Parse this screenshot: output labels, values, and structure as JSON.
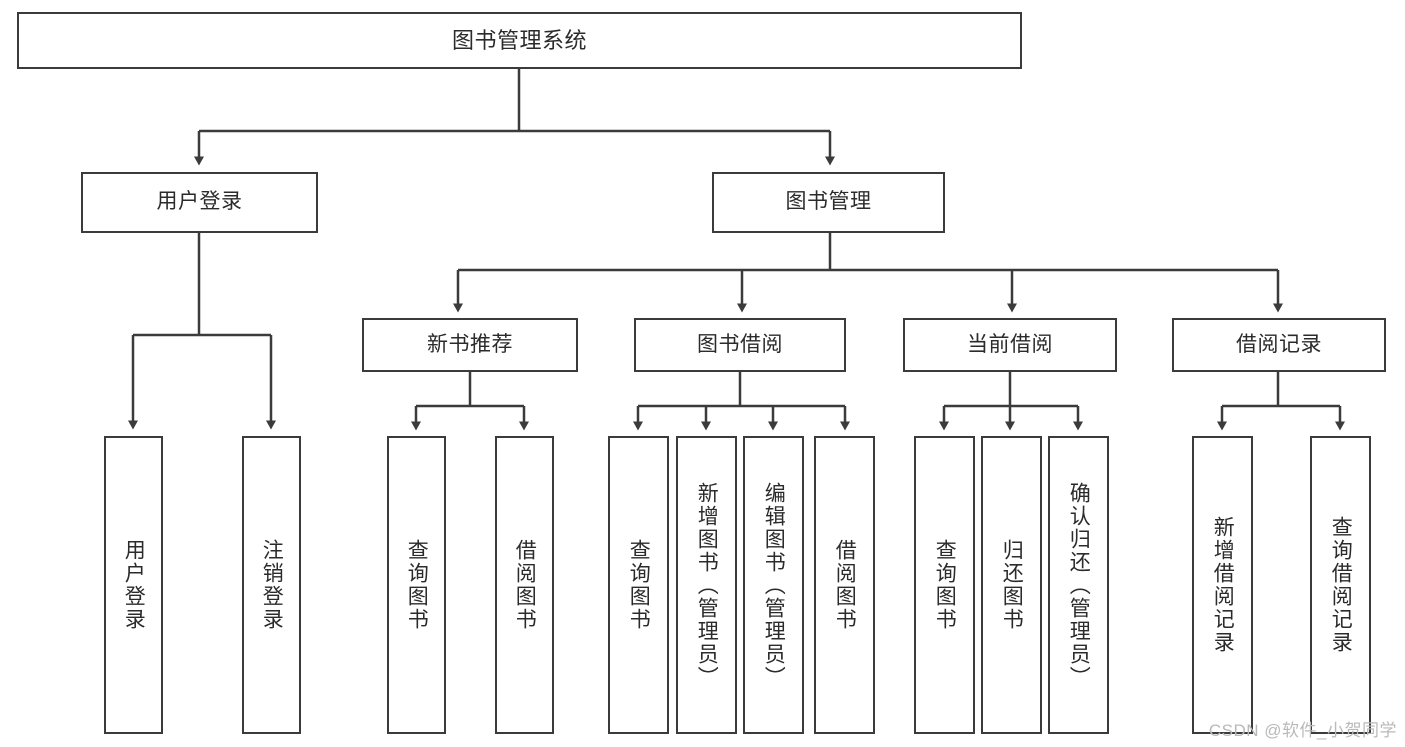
{
  "diagram": {
    "title": "图书管理系统",
    "type": "tree-hierarchy-chart",
    "orientation": "top-down",
    "box_fill": "#ffffff",
    "box_stroke": "#3b3b3b",
    "text_color": "#2b2b2b",
    "nodes": {
      "root": {
        "label": "图书管理系统"
      },
      "level1": [
        {
          "id": "user-login",
          "label": "用户登录"
        },
        {
          "id": "book-management",
          "label": "图书管理"
        }
      ],
      "level2": [
        {
          "id": "new-book-recommend",
          "label": "新书推荐",
          "parent": "book-management"
        },
        {
          "id": "book-borrow",
          "label": "图书借阅",
          "parent": "book-management"
        },
        {
          "id": "current-borrow",
          "label": "当前借阅",
          "parent": "book-management"
        },
        {
          "id": "borrow-record",
          "label": "借阅记录",
          "parent": "book-management"
        }
      ],
      "leaves": {
        "user-login": [
          {
            "id": "leaf-user-login",
            "label": "用户登录"
          },
          {
            "id": "leaf-logout-login",
            "label": "注销登录"
          }
        ],
        "new-book-recommend": [
          {
            "id": "leaf-query-book-1",
            "label": "查询图书"
          },
          {
            "id": "leaf-borrow-book-1",
            "label": "借阅图书"
          }
        ],
        "book-borrow": [
          {
            "id": "leaf-query-book-2",
            "label": "查询图书"
          },
          {
            "id": "leaf-add-book-admin",
            "label": "新增图书（管理员）"
          },
          {
            "id": "leaf-edit-book-admin",
            "label": "编辑图书（管理员）"
          },
          {
            "id": "leaf-borrow-book-2",
            "label": "借阅图书"
          }
        ],
        "current-borrow": [
          {
            "id": "leaf-query-book-3",
            "label": "查询图书"
          },
          {
            "id": "leaf-return-book",
            "label": "归还图书"
          },
          {
            "id": "leaf-confirm-return-admin",
            "label": "确认归还（管理员）"
          }
        ],
        "borrow-record": [
          {
            "id": "leaf-add-borrow-record",
            "label": "新增借阅记录"
          },
          {
            "id": "leaf-query-borrow-record",
            "label": "查询借阅记录"
          }
        ]
      }
    },
    "watermark": "CSDN @软件_小贺同学"
  }
}
